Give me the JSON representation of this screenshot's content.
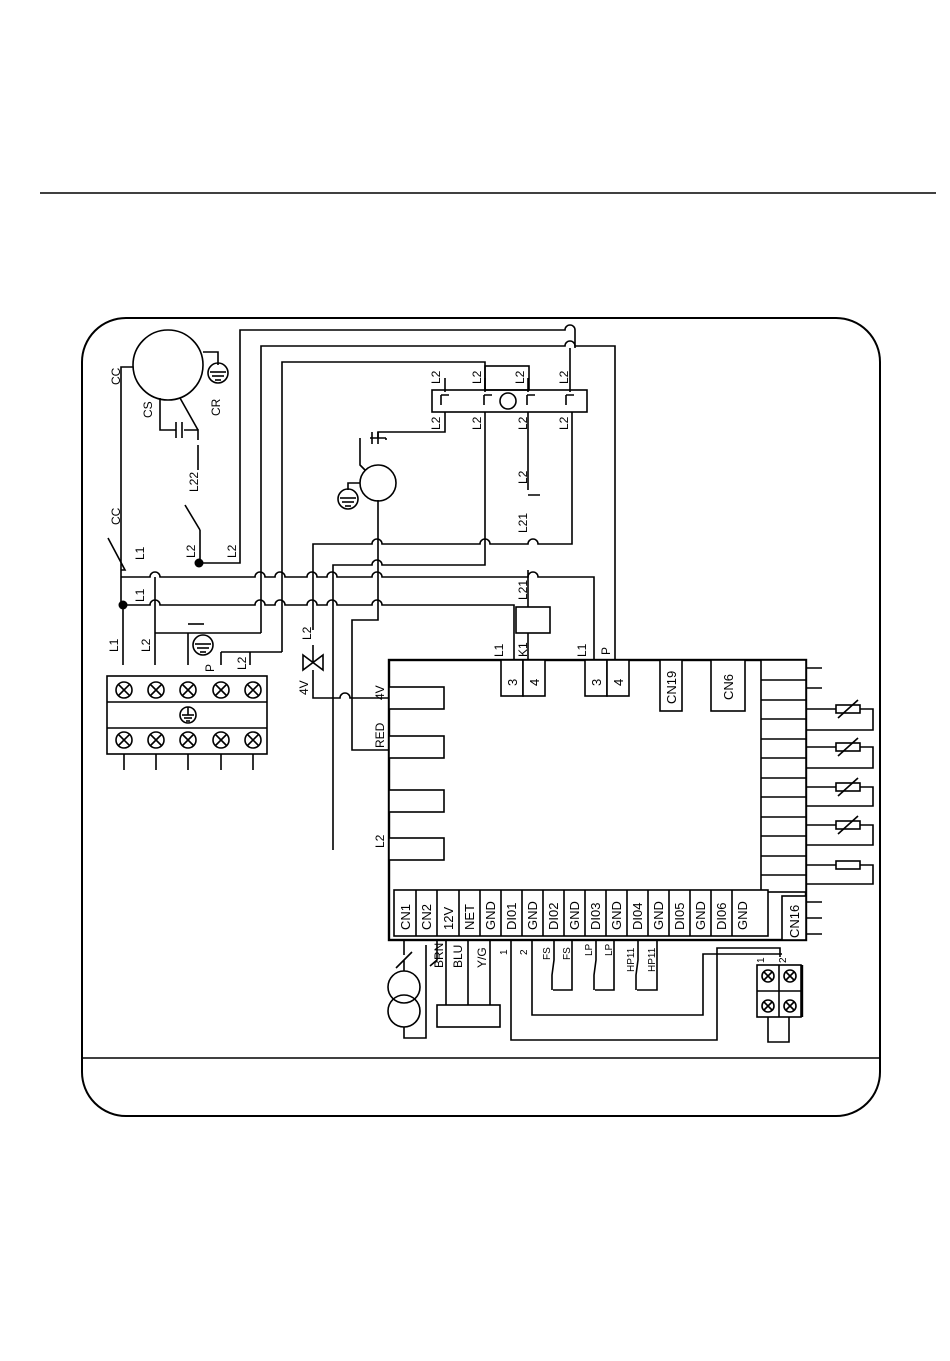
{
  "labels": {
    "cc_top": "CC",
    "cs": "CS",
    "cr": "CR",
    "l22": "L22",
    "cc_contact": "CC",
    "l1_contact": "L1",
    "l2_node": "L2",
    "l2_node2": "L2",
    "l1_bus": "L1",
    "terminal_l1": "L1",
    "terminal_l2": "L2",
    "terminal_p": "P",
    "terminal_l2b": "L2",
    "relay_top": [
      "L2",
      "L2",
      "L2",
      "L2"
    ],
    "relay_bottom": [
      "L2",
      "L2",
      "L2",
      "L2"
    ],
    "l2_switch": "L2",
    "l21_a": "L21",
    "l21_b": "L21",
    "valve_l2": "L2",
    "valve_4v": "4V",
    "k1_l1": "L1",
    "k1": "K1",
    "l1_p": "L1",
    "p_label": "P",
    "pin_3a": "3",
    "pin_4a": "4",
    "pin_3b": "3",
    "pin_4b": "4",
    "cn19": "CN19",
    "cn6": "CN6",
    "left_4v": "4V",
    "left_red": "RED",
    "left_l2": "L2",
    "cn16": "CN16",
    "bottom_pins": [
      "CN1",
      "CN2",
      "12V",
      "NET",
      "GND",
      "DI01",
      "GND",
      "DI02",
      "GND",
      "DI03",
      "GND",
      "DI04",
      "GND",
      "DI05",
      "GND",
      "DI06",
      "GND"
    ],
    "wire_brn": "BRN",
    "wire_blu": "BLU",
    "wire_yg": "Y/G",
    "num_1": "1",
    "num_2": "2",
    "fs1": "FS",
    "fs2": "FS",
    "lp1": "LP",
    "lp2": "LP",
    "hp1": "HP11",
    "hp2": "HP11",
    "term_1": "1",
    "term_2": "2"
  }
}
